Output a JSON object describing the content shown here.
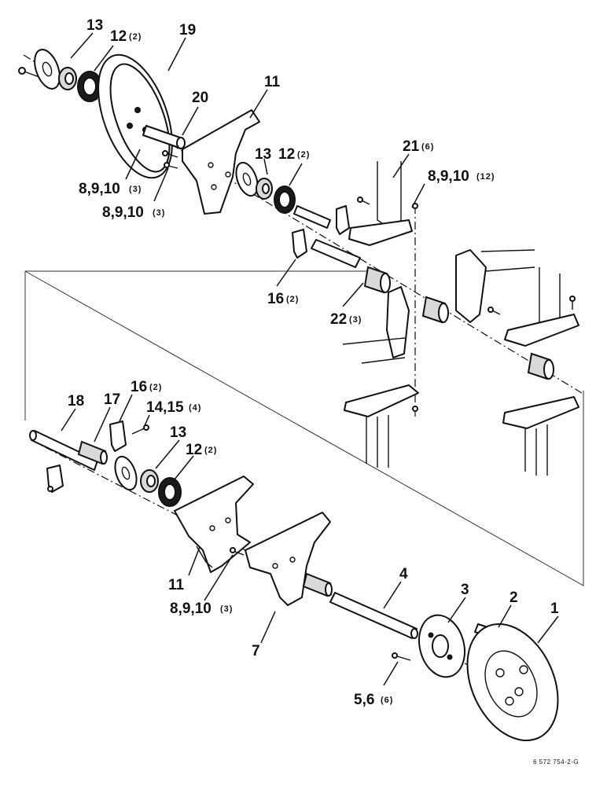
{
  "callouts": [
    {
      "id": "c13a",
      "label": "13",
      "qty": ""
    },
    {
      "id": "c12a",
      "label": "12",
      "qty": "(2)"
    },
    {
      "id": "c19",
      "label": "19",
      "qty": ""
    },
    {
      "id": "c20",
      "label": "20",
      "qty": ""
    },
    {
      "id": "c11a",
      "label": "11",
      "qty": ""
    },
    {
      "id": "c8a",
      "label": "8,9,10",
      "qty": "(3)"
    },
    {
      "id": "c8b",
      "label": "8,9,10",
      "qty": "(3)"
    },
    {
      "id": "c13b",
      "label": "13",
      "qty": ""
    },
    {
      "id": "c12b",
      "label": "12",
      "qty": "(2)"
    },
    {
      "id": "c21",
      "label": "21",
      "qty": "(6)"
    },
    {
      "id": "c8c",
      "label": "8,9,10",
      "qty": "(12)"
    },
    {
      "id": "c16a",
      "label": "16",
      "qty": "(2)"
    },
    {
      "id": "c22",
      "label": "22",
      "qty": "(3)"
    },
    {
      "id": "c18",
      "label": "18",
      "qty": ""
    },
    {
      "id": "c17",
      "label": "17",
      "qty": ""
    },
    {
      "id": "c16b",
      "label": "16",
      "qty": "(2)"
    },
    {
      "id": "c14",
      "label": "14,15",
      "qty": "(4)"
    },
    {
      "id": "c13c",
      "label": "13",
      "qty": ""
    },
    {
      "id": "c12c",
      "label": "12",
      "qty": "(2)"
    },
    {
      "id": "c11b",
      "label": "11",
      "qty": ""
    },
    {
      "id": "c8d",
      "label": "8,9,10",
      "qty": "(3)"
    },
    {
      "id": "c7",
      "label": "7",
      "qty": ""
    },
    {
      "id": "c4",
      "label": "4",
      "qty": ""
    },
    {
      "id": "c3",
      "label": "3",
      "qty": ""
    },
    {
      "id": "c2",
      "label": "2",
      "qty": ""
    },
    {
      "id": "c1",
      "label": "1",
      "qty": ""
    },
    {
      "id": "c5",
      "label": "5,6",
      "qty": "(6)"
    }
  ],
  "drawing_number": "6 572 754-2-G"
}
